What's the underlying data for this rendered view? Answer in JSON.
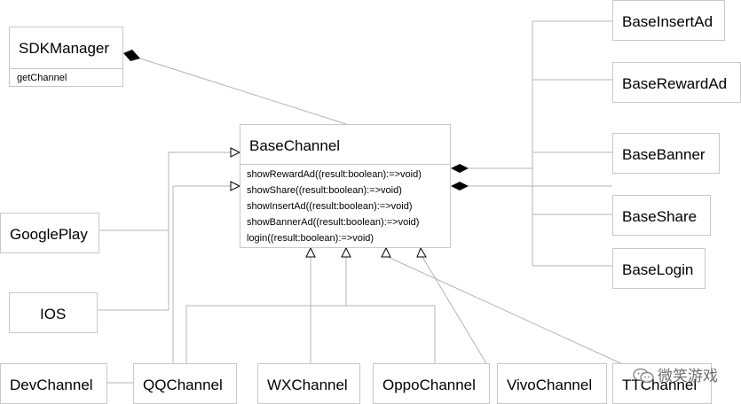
{
  "diagram": {
    "sdk_manager": {
      "name": "SDKManager",
      "method": "getChannel"
    },
    "base_channel": {
      "name": "BaseChannel",
      "methods": [
        "showRewardAd((result:boolean):=>void)",
        "showShare((result:boolean):=>void)",
        "showInsertAd((result:boolean):=>void)",
        "showBannerAd((result:boolean):=>void)",
        "login((result:boolean):=>void)"
      ]
    },
    "components": [
      "BaseInsertAd",
      "BaseRewardAd",
      "BaseBanner",
      "BaseShare",
      "BaseLogin"
    ],
    "platforms": [
      "GooglePlay",
      "IOS"
    ],
    "channels": [
      "DevChannel",
      "QQChannel",
      "WXChannel",
      "OppoChannel",
      "VivoChannel",
      "TTChannel"
    ]
  },
  "watermark": {
    "text": "微笑游戏",
    "icon": "wechat-icon"
  },
  "colors": {
    "line": "#b4b4b4",
    "box_border": "#c8c8c8",
    "arrow": "#000000"
  }
}
